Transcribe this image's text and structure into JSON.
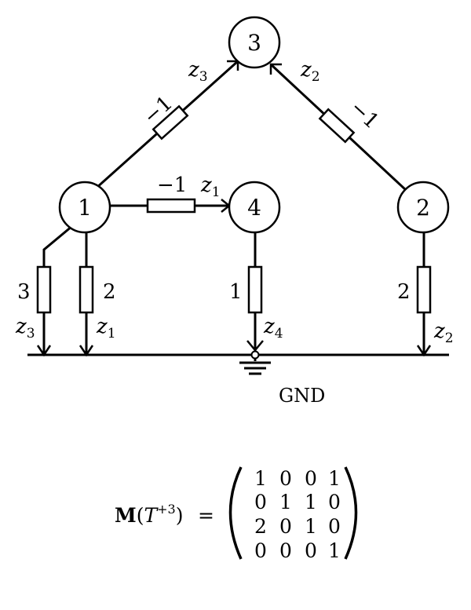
{
  "nodes": [
    {
      "id": "node-1",
      "label": "1"
    },
    {
      "id": "node-2",
      "label": "2"
    },
    {
      "id": "node-3",
      "label": "3"
    },
    {
      "id": "node-4",
      "label": "4"
    }
  ],
  "edges": {
    "n1_n3": {
      "weight": "−1",
      "z": "z",
      "sub": "3"
    },
    "n2_n3": {
      "weight": "−1",
      "z": "z",
      "sub": "2"
    },
    "n1_n4": {
      "weight": "−1",
      "z": "z",
      "sub": "1"
    },
    "n1_gnd_a": {
      "weight": "3",
      "z": "z",
      "sub": "3"
    },
    "n1_gnd_b": {
      "weight": "2",
      "z": "z",
      "sub": "1"
    },
    "n4_gnd": {
      "weight": "1",
      "z": "z",
      "sub": "4"
    },
    "n2_gnd": {
      "weight": "2",
      "z": "z",
      "sub": "2"
    }
  },
  "ground_label": "GND",
  "matrix": {
    "lhs_bold": "M",
    "lhs_open": "(",
    "lhs_T": "T",
    "lhs_sup": "+3",
    "lhs_close": ")",
    "equals": "=",
    "rows": [
      [
        "1",
        "0",
        "0",
        "1"
      ],
      [
        "0",
        "1",
        "1",
        "0"
      ],
      [
        "2",
        "0",
        "1",
        "0"
      ],
      [
        "0",
        "0",
        "0",
        "1"
      ]
    ]
  }
}
